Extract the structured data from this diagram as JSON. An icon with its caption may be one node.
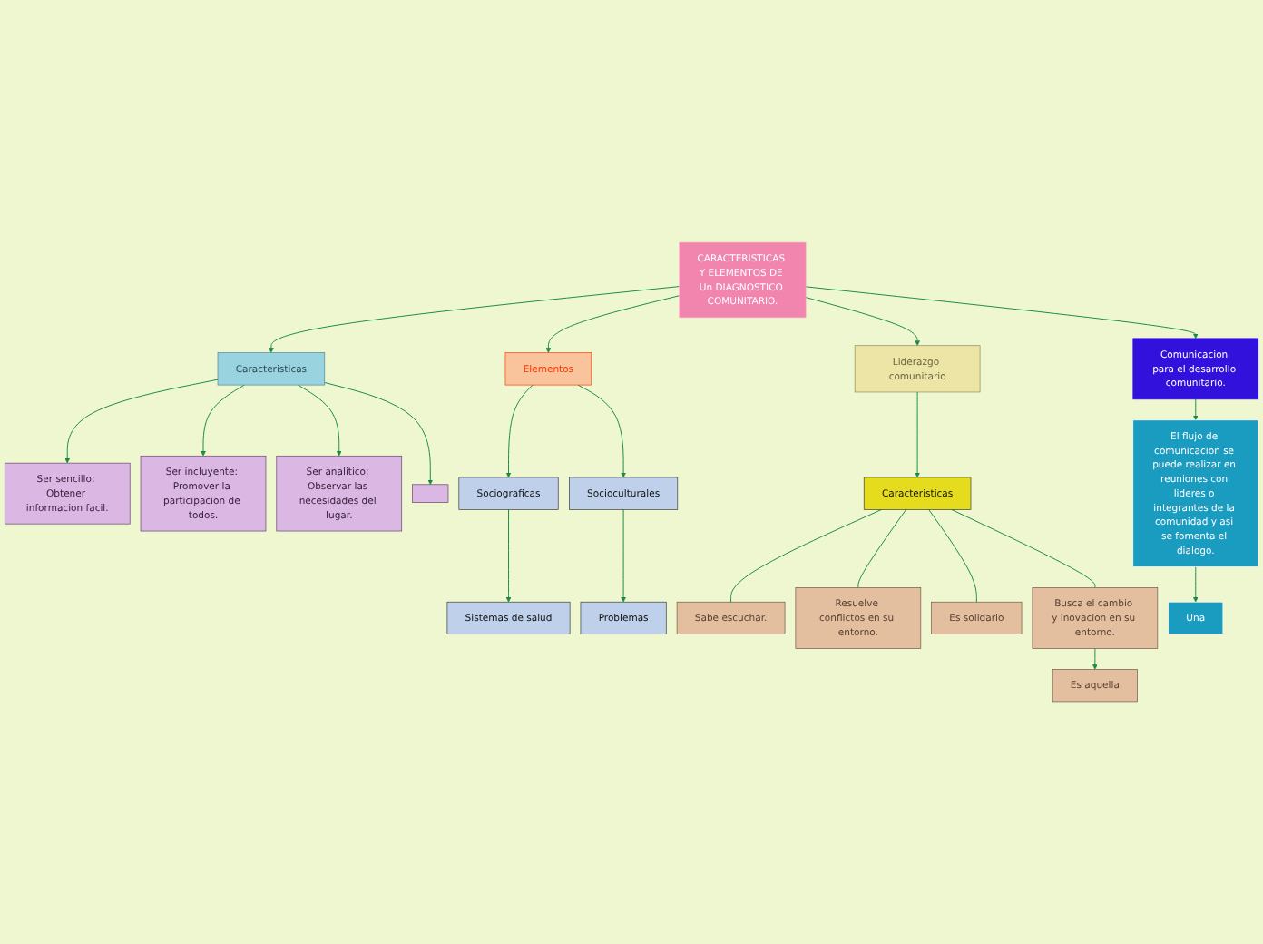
{
  "diagram": {
    "nodes": [
      {
        "text": [
          "CARACTERISTICAS Y ELEMENTOS DE Un DIAGNOSTICO COMUNITARIO."
        ]
      },
      {
        "text": [
          "Caracteristicas"
        ]
      },
      {
        "text": [
          "Elementos"
        ]
      },
      {
        "text": [
          "Liderazgo comunitario"
        ]
      },
      {
        "text": [
          "Comunicacion para el desarrollo comunitario."
        ]
      },
      {
        "text": [
          "Ser sencillo: Obtener informacion facil."
        ]
      },
      {
        "text": [
          "Ser incluyente: Promover la participacion de todos."
        ]
      },
      {
        "text": [
          "Ser analitico: Observar las necesidades del lugar."
        ]
      },
      {
        "text": [],
        "shape": "box"
      },
      {
        "text": [
          "Sociograficas"
        ]
      },
      {
        "text": [
          "Socioculturales"
        ]
      },
      {
        "text": [
          "Sistemas de salud"
        ]
      },
      {
        "text": [
          "Problemas"
        ]
      },
      {
        "text": [
          "Caracteristicas"
        ]
      },
      {
        "text": [
          "Sabe escuchar."
        ]
      },
      {
        "text": [
          "Resuelve conflictos en su entorno."
        ]
      },
      {
        "text": [
          "Es solidario"
        ]
      },
      {
        "text": [
          "Busca el cambio y inovacion en su entorno."
        ]
      },
      {
        "text": [
          "Es aquella"
        ]
      },
      {
        "text": [
          "El flujo de comunicacion se puede realizar en reuniones con lideres o integrantes de la comunidad y asi se fomenta el dialogo."
        ]
      },
      {
        "text": [
          "Una"
        ]
      }
    ],
    "edges": [
      {
        "from": 0,
        "to": 1,
        "arrow": "to"
      },
      {
        "from": 0,
        "to": 2,
        "arrow": "to"
      },
      {
        "from": 0,
        "to": 3,
        "arrow": "to"
      },
      {
        "from": 0,
        "to": 4,
        "arrow": "to"
      },
      {
        "from": 1,
        "to": 5,
        "arrow": "to"
      },
      {
        "from": 1,
        "to": 6,
        "arrow": "to"
      },
      {
        "from": 1,
        "to": 7,
        "arrow": "to"
      },
      {
        "from": 1,
        "to": 8,
        "arrow": "to"
      },
      {
        "from": 2,
        "to": 9,
        "arrow": "to"
      },
      {
        "from": 2,
        "to": 10,
        "arrow": "to"
      },
      {
        "from": 9,
        "to": 11,
        "arrow": "to"
      },
      {
        "from": 10,
        "to": 12,
        "arrow": "to"
      },
      {
        "from": 3,
        "to": 13,
        "arrow": "to"
      },
      {
        "from": 13,
        "to": 14,
        "arrow": "none"
      },
      {
        "from": 13,
        "to": 15,
        "arrow": "none"
      },
      {
        "from": 13,
        "to": 16,
        "arrow": "none"
      },
      {
        "from": 13,
        "to": 17,
        "arrow": "none"
      },
      {
        "from": 17,
        "to": 18,
        "arrow": "to"
      },
      {
        "from": 4,
        "to": 19,
        "arrow": "to"
      },
      {
        "from": 19,
        "to": 20,
        "arrow": "to"
      }
    ]
  }
}
